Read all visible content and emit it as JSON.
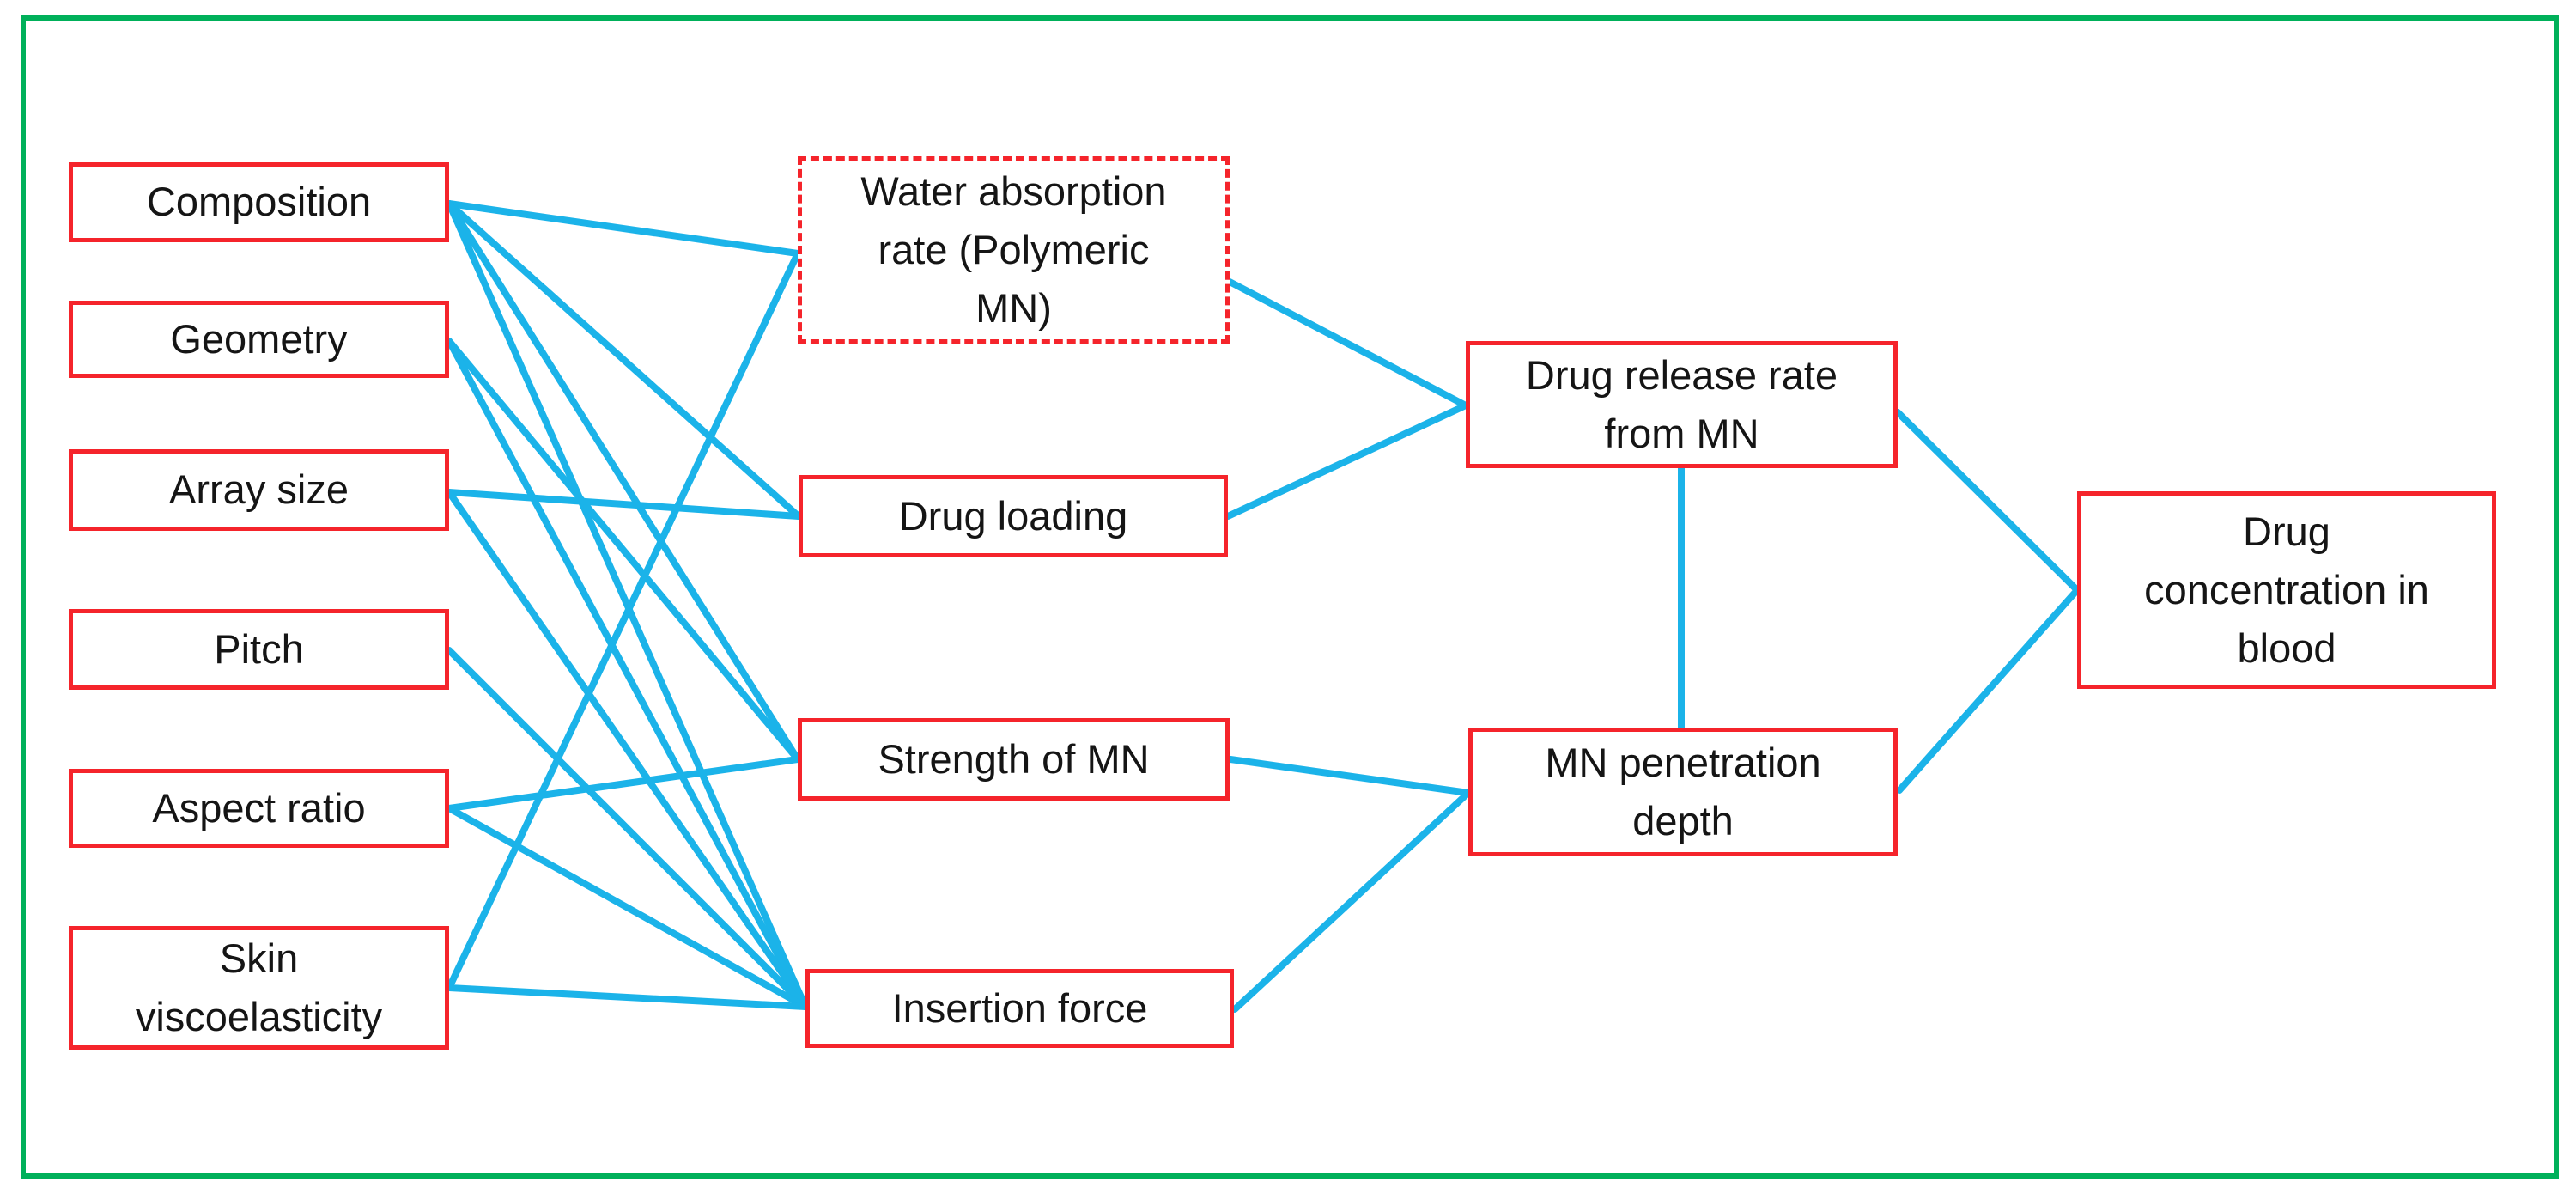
{
  "figure": {
    "type": "flow-diagram",
    "frame_color": "#00b05a",
    "box_border_color": "#f5242b",
    "connector_color": "#1bb3e9",
    "nodes": {
      "composition": {
        "label": "Composition"
      },
      "geometry": {
        "label": "Geometry"
      },
      "array_size": {
        "label": "Array size"
      },
      "pitch": {
        "label": "Pitch"
      },
      "aspect_ratio": {
        "label": "Aspect ratio"
      },
      "skin_viscoelasticity": {
        "label": "Skin\nviscoelasticity"
      },
      "water_absorption": {
        "label": "Water absorption\nrate (Polymeric\nMN)",
        "border_style": "dashed"
      },
      "drug_loading": {
        "label": "Drug loading"
      },
      "strength_of_mn": {
        "label": "Strength of MN"
      },
      "insertion_force": {
        "label": "Insertion force"
      },
      "drug_release_rate": {
        "label": "Drug release rate\nfrom MN"
      },
      "mn_penetration_depth": {
        "label": "MN penetration\ndepth"
      },
      "drug_concentration": {
        "label": "Drug\nconcentration in\nblood"
      }
    },
    "edges": [
      {
        "from": "composition",
        "to": "water_absorption"
      },
      {
        "from": "composition",
        "to": "drug_loading"
      },
      {
        "from": "composition",
        "to": "strength_of_mn"
      },
      {
        "from": "composition",
        "to": "insertion_force"
      },
      {
        "from": "geometry",
        "to": "strength_of_mn"
      },
      {
        "from": "geometry",
        "to": "insertion_force"
      },
      {
        "from": "array_size",
        "to": "drug_loading"
      },
      {
        "from": "array_size",
        "to": "insertion_force"
      },
      {
        "from": "pitch",
        "to": "insertion_force"
      },
      {
        "from": "aspect_ratio",
        "to": "strength_of_mn"
      },
      {
        "from": "aspect_ratio",
        "to": "insertion_force"
      },
      {
        "from": "skin_viscoelasticity",
        "to": "water_absorption"
      },
      {
        "from": "skin_viscoelasticity",
        "to": "insertion_force"
      },
      {
        "from": "water_absorption",
        "to": "drug_release_rate"
      },
      {
        "from": "drug_loading",
        "to": "drug_release_rate"
      },
      {
        "from": "strength_of_mn",
        "to": "mn_penetration_depth"
      },
      {
        "from": "insertion_force",
        "to": "mn_penetration_depth"
      },
      {
        "from": "drug_release_rate",
        "to": "mn_penetration_depth"
      },
      {
        "from": "drug_release_rate",
        "to": "drug_concentration"
      },
      {
        "from": "mn_penetration_depth",
        "to": "drug_concentration"
      }
    ]
  }
}
